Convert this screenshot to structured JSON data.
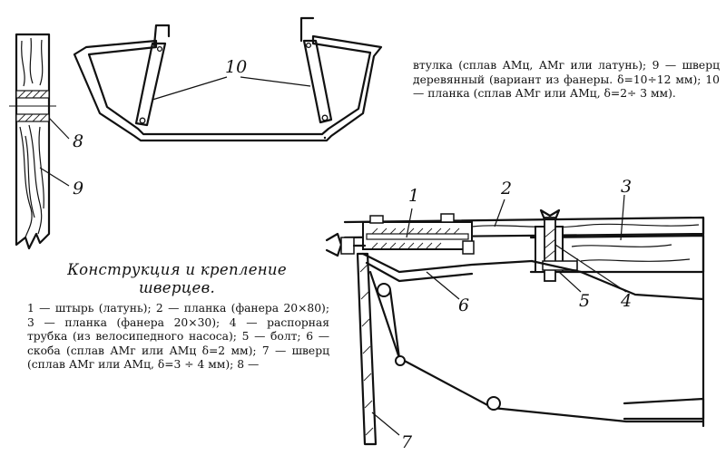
{
  "caption": {
    "title_line1": "Конструкция и крепление",
    "title_line2": "шверцев."
  },
  "legend": {
    "left": "1 — штырь (латунь); 2 — планка (фанера 20×80); 3 — планка (фанера 20×30); 4 — распорная трубка (из велосипедного насоса); 5 — болт; 6 — скоба (сплав АМг или АМц δ=2 мм); 7 — шверц (сплав АМг или АМц, δ=3 ÷ 4 мм); 8 —",
    "right": "втулка (сплав АМц, АМг или латунь); 9 — шверц деревянный (вариант из фанеры. δ=10÷12 мм); 10 — планка (сплав АМг или АМц, δ=2÷ 3 мм)."
  },
  "labels": {
    "l1": "1",
    "l2": "2",
    "l3": "3",
    "l4": "4",
    "l5": "5",
    "l6": "6",
    "l7": "7",
    "l8": "8",
    "l9": "9",
    "l10": "10"
  }
}
